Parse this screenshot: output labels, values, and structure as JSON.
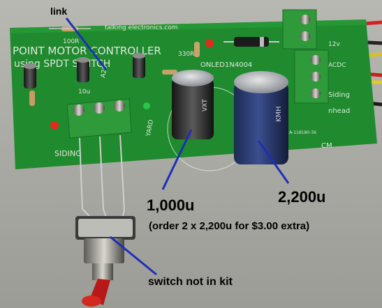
{
  "annotations": {
    "link": "link",
    "cap_1000": "1,000u",
    "cap_2200": "2,200u",
    "order_note": "(order 2 x 2,200u for $3.00 extra)",
    "switch_note": "switch not in kit"
  },
  "board": {
    "title_line1": "POINT MOTOR CONTROLLER",
    "title_line2": "using SPDT SWITCH",
    "website": "talking electronics.com",
    "label_onled": "ONLED",
    "label_diode": "1N4004",
    "label_330r": "330R",
    "label_100r": "100R",
    "label_10u": "10u",
    "label_a28": "A28",
    "label_yard": "YARD",
    "label_siding": "SIDING",
    "label_cm": "CM",
    "label_12v": "12v",
    "label_acdc": "ACDC",
    "label_siding_right": "Siding",
    "label_mainhead": "nhead",
    "cap_big_text": "KMH",
    "cap_small_text": "VXT",
    "serial": "07301A-118180-36"
  },
  "colors": {
    "board_green": "#1f8a2e",
    "terminal_green": "#2f9a3a",
    "annotation_line": "#1c2fb8"
  }
}
